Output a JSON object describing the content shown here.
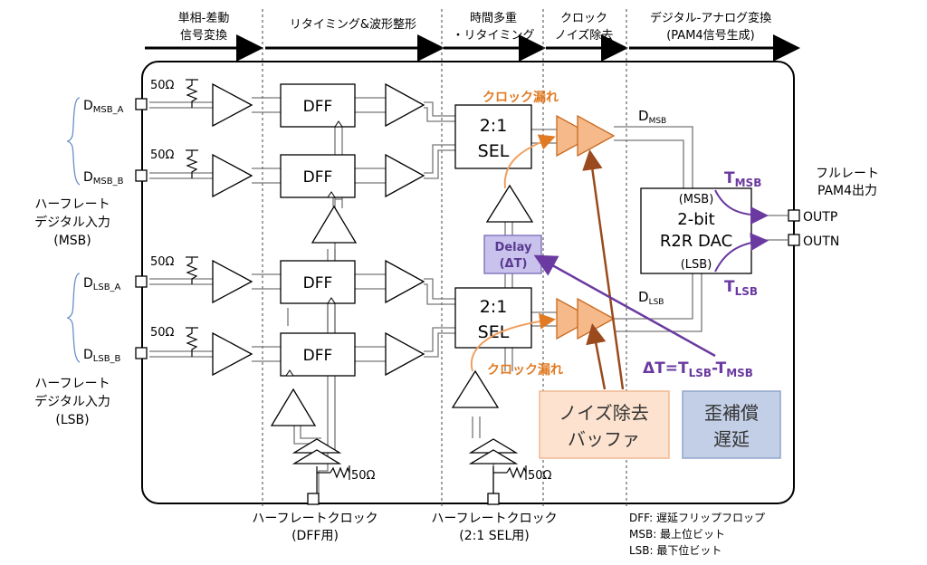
{
  "stages": [
    {
      "line1": "単相-差動",
      "line2": "信号変換"
    },
    {
      "line1": "リタイミング&波形整形",
      "line2": ""
    },
    {
      "line1": "時間多重",
      "line2": "・リタイミング"
    },
    {
      "line1": "クロック",
      "line2": "ノイズ除去"
    },
    {
      "line1": "デジタル-アナログ変換",
      "line2": "(PAM4信号生成)"
    }
  ],
  "inputs": {
    "msb_a": {
      "main": "D",
      "sub": "MSB_A"
    },
    "msb_b": {
      "main": "D",
      "sub": "MSB_B"
    },
    "lsb_a": {
      "main": "D",
      "sub": "LSB_A"
    },
    "lsb_b": {
      "main": "D",
      "sub": "LSB_B"
    },
    "msb_group": [
      "ハーフレート",
      "デジタル入力",
      "(MSB)"
    ],
    "lsb_group": [
      "ハーフレート",
      "デジタル入力",
      "(LSB)"
    ]
  },
  "resistor": "50Ω",
  "dff": "DFF",
  "sel": {
    "line1": "2:1",
    "line2": "SEL"
  },
  "delay": {
    "line1": "Delay",
    "line2": "(ΔT)"
  },
  "clock_leak": "クロック漏れ",
  "d_msb": {
    "main": "D",
    "sub": "MSB"
  },
  "d_lsb": {
    "main": "D",
    "sub": "LSB"
  },
  "dac": {
    "line1": "(MSB)",
    "line2": "2-bit",
    "line3": "R2R DAC",
    "line4": "(LSB)"
  },
  "t_msb": {
    "main": "T",
    "sub": "MSB"
  },
  "t_lsb": {
    "main": "T",
    "sub": "LSB"
  },
  "output": {
    "line1": "フルレート",
    "line2": "PAM4出力",
    "outp": "OUTP",
    "outn": "OUTN"
  },
  "delta_t": {
    "a": "ΔT=T",
    "b": "LSB",
    "c": "-T",
    "d": "MSB"
  },
  "noise_box": {
    "line1": "ノイズ除去",
    "line2": "バッファ"
  },
  "skew_box": {
    "line1": "歪補償",
    "line2": "遅延"
  },
  "clk_dff": {
    "line1": "ハーフレートクロック",
    "line2": "(DFF用)"
  },
  "clk_sel": {
    "line1": "ハーフレートクロック",
    "line2": "(2:1 SEL用)"
  },
  "legend": [
    "DFF:  遅延フリップフロップ",
    "MSB:  最上位ビット",
    "LSB:  最下位ビット"
  ],
  "colors": {
    "orange": "#e07b24",
    "orange_fill": "#f5b98a",
    "purple": "#6a3aa0",
    "brown": "#9a4a1c",
    "delay_fill": "#c9c2ec",
    "noise_fill": "#fde3cf",
    "skew_fill": "#c3cfe6"
  }
}
